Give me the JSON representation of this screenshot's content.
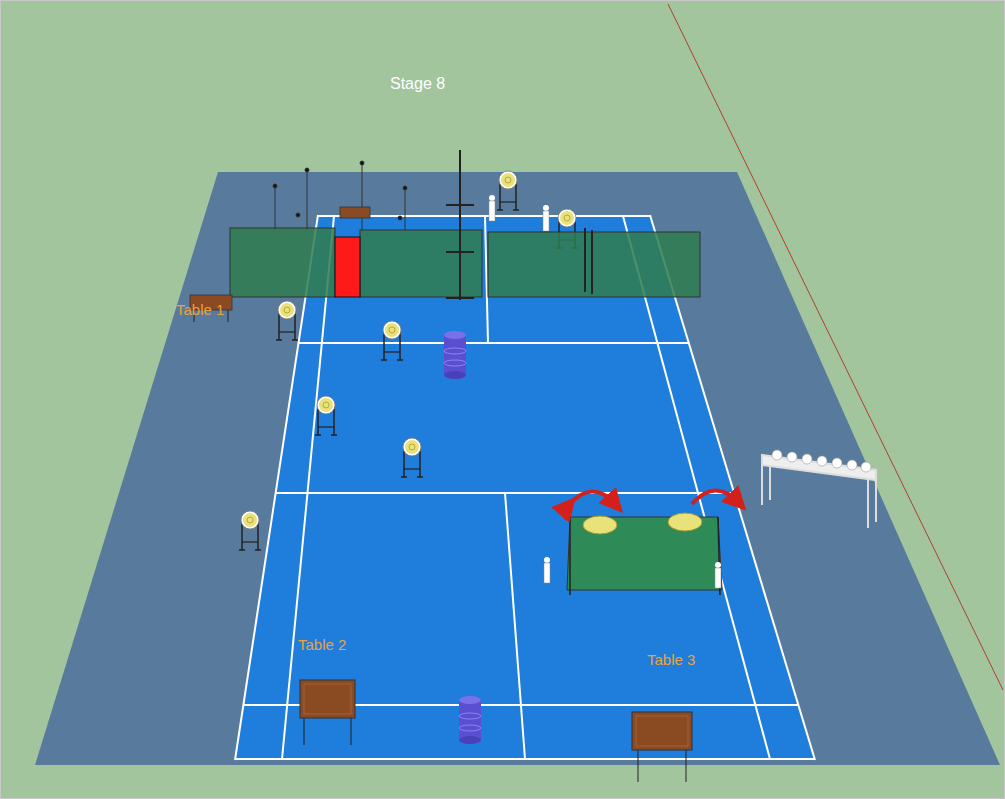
{
  "diagram": {
    "title": "Stage 8",
    "labels": [
      "Table 1",
      "Table 2",
      "Table 3"
    ]
  }
}
